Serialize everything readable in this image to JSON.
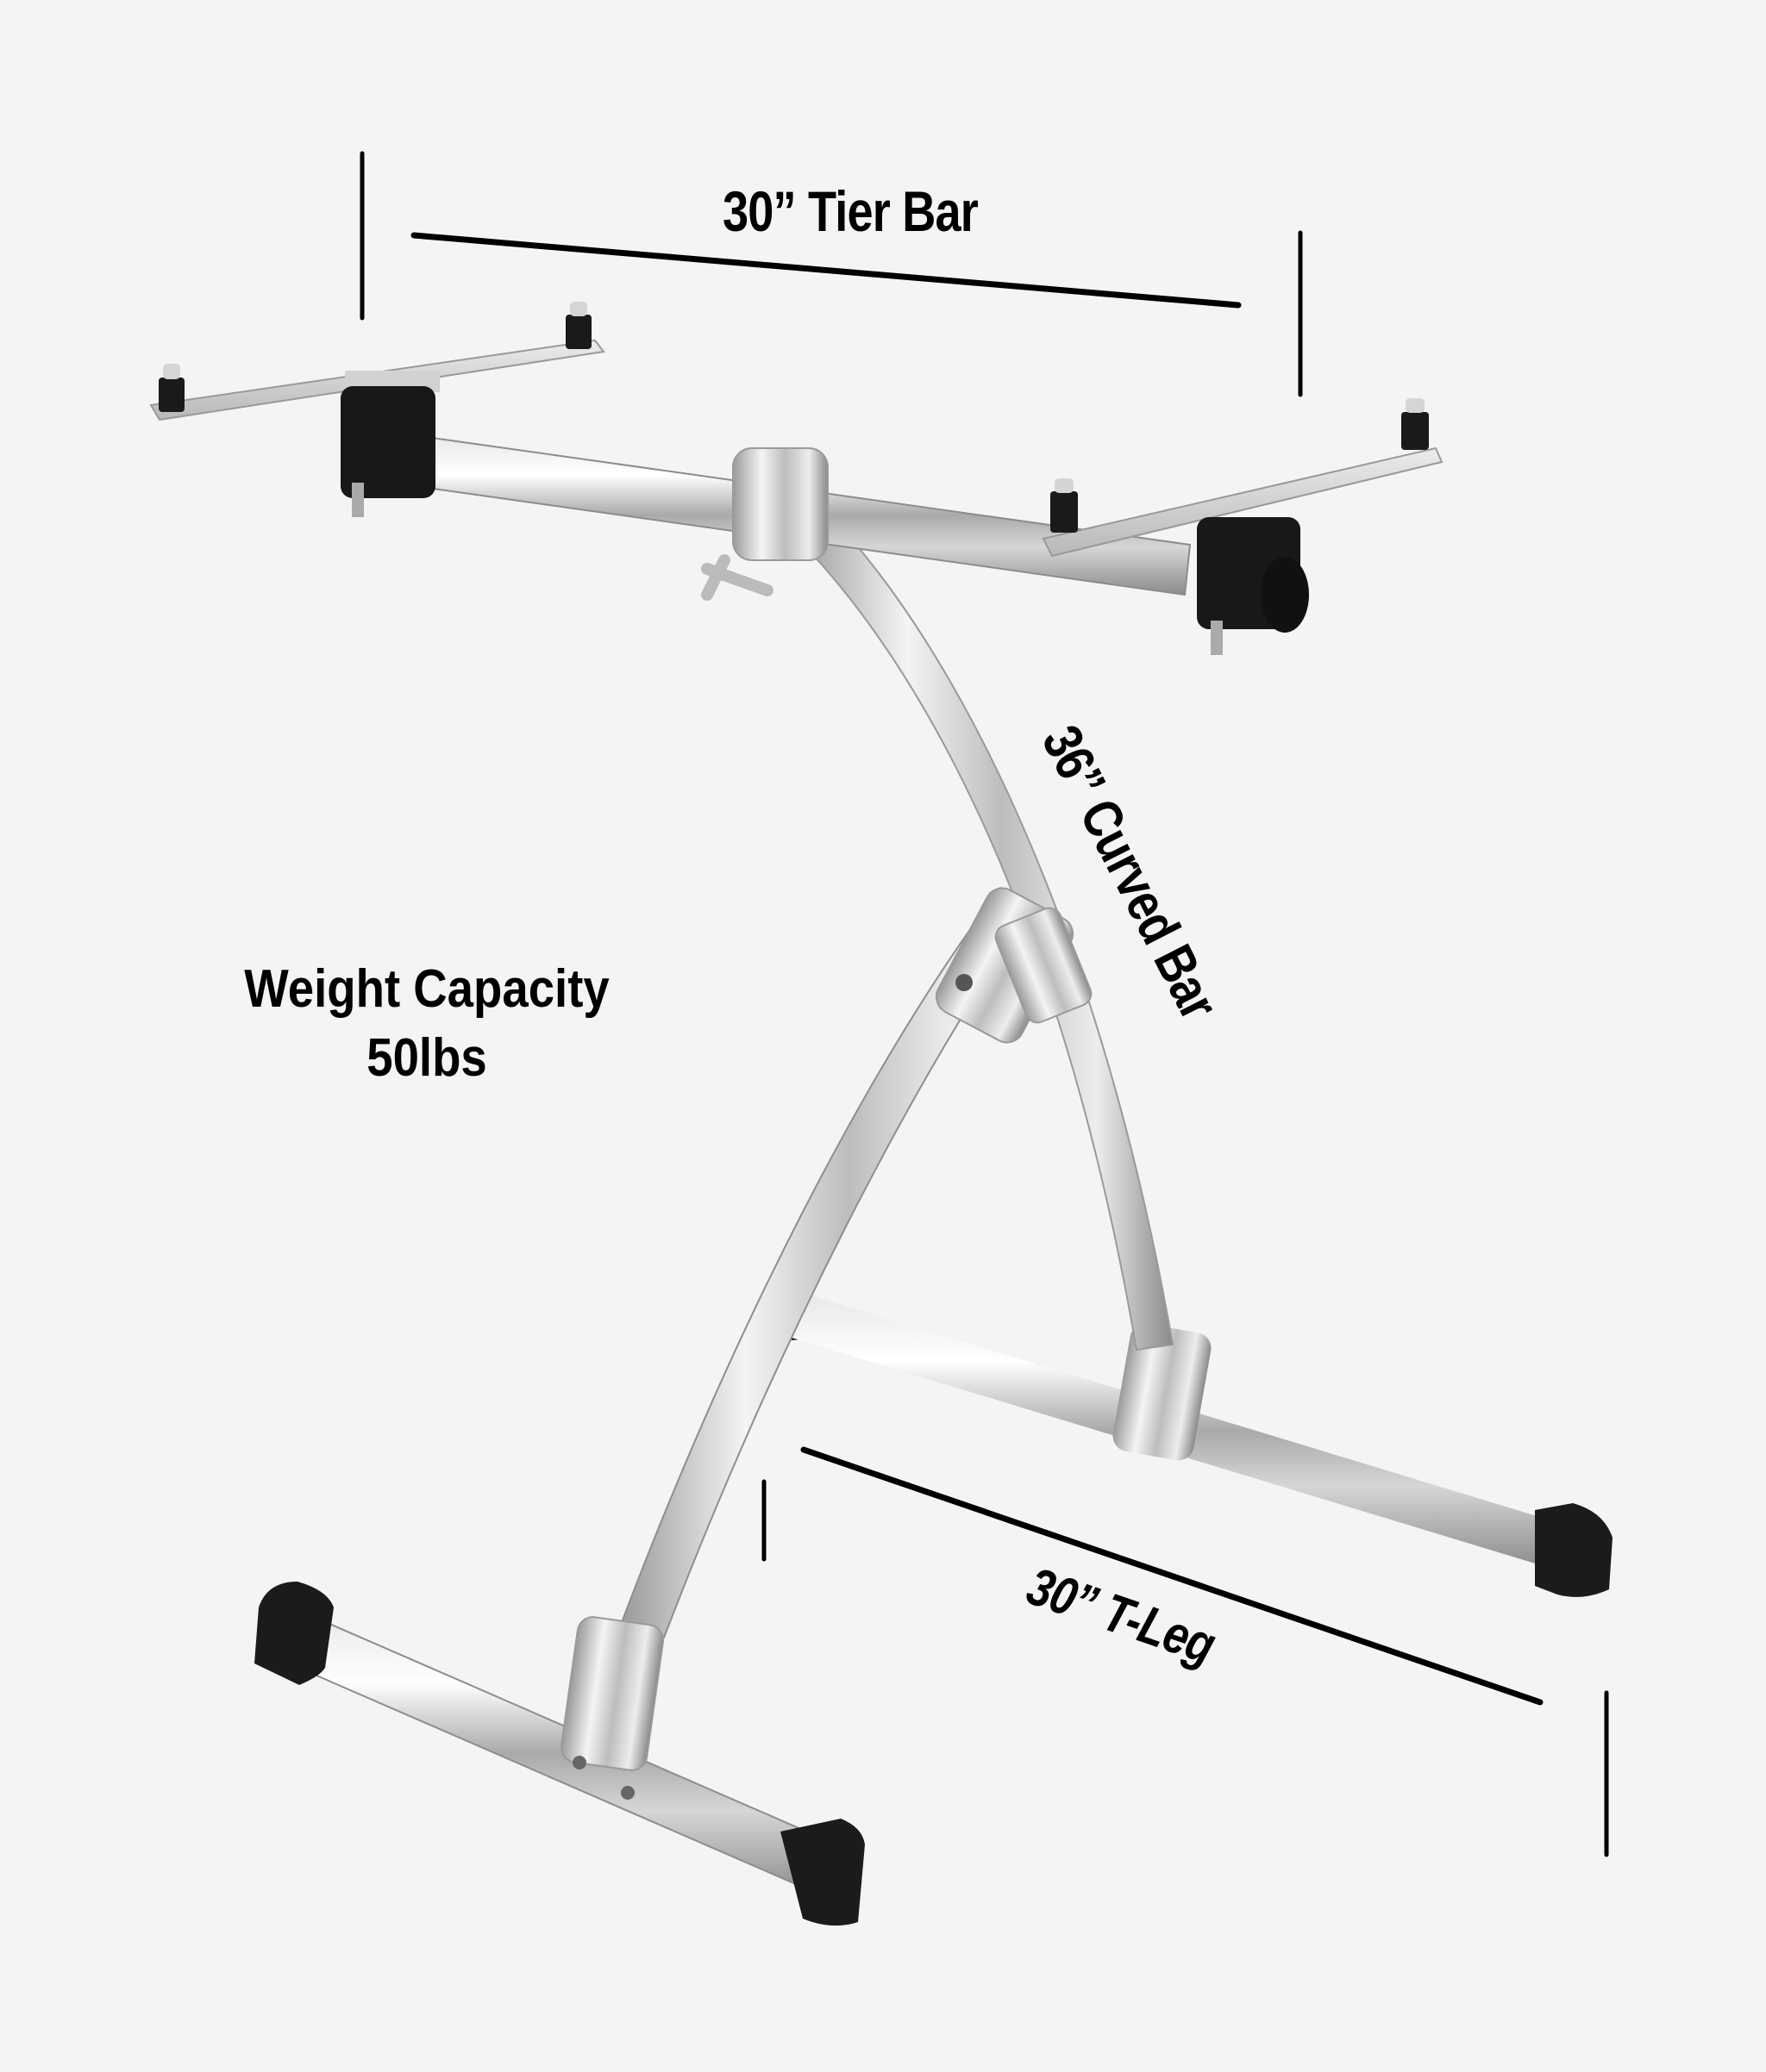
{
  "background_color": "#f4f4f4",
  "product": {
    "description": "Chrome drum/percussion rack stand with curved center bar, tier bar with mounting plates, and T-leg base",
    "colors": {
      "chrome": "#c8c8c8",
      "rubber": "#1a1a1a",
      "ink": "#000000"
    }
  },
  "annotations": {
    "tier_bar": {
      "label": "30” Tier Bar",
      "length": "30”",
      "part": "Tier Bar"
    },
    "curved_bar": {
      "label": "36” Curved Bar",
      "length": "36”",
      "part": "Curved Bar"
    },
    "t_leg": {
      "label": "30” T-Leg",
      "length": "30”",
      "part": "T-Leg"
    },
    "weight_capacity": {
      "line1": "Weight Capacity",
      "line2": "50lbs"
    }
  }
}
